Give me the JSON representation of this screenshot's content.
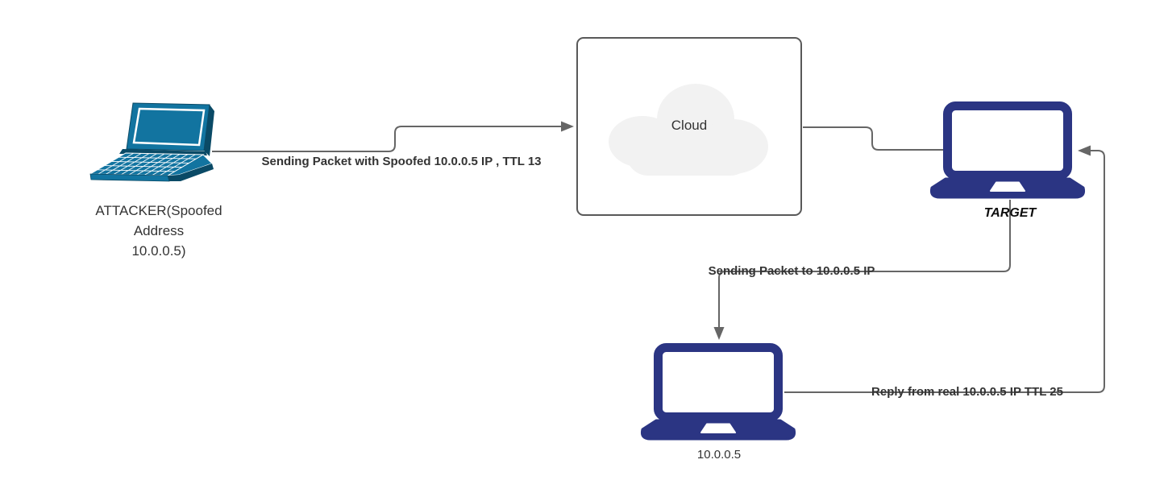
{
  "colors": {
    "line": "#666666",
    "label": "#333333",
    "node_label": "#333333",
    "attacker_laptop": "#1274A0",
    "attacker_laptop_dark": "#0A4A66",
    "target_laptop": "#2B3583",
    "cloud_fill": "#F2F2F2",
    "cloud_border": "#595959"
  },
  "nodes": {
    "attacker": {
      "label": "ATTACKER(Spoofed\nAddress\n10.0.0.5)"
    },
    "cloud": {
      "label": "Cloud"
    },
    "target": {
      "label": "TARGET"
    },
    "host": {
      "label": "10.0.0.5"
    }
  },
  "edges": {
    "attacker_to_cloud": {
      "label": "Sending Packet with Spoofed 10.0.0.5 IP , TTL 13"
    },
    "cloud_to_target": {
      "label": ""
    },
    "target_to_host": {
      "label": "Sending Packet to 10.0.0.5 IP"
    },
    "host_to_target": {
      "label": "Reply from real 10.0.0.5 IP TTL 25"
    }
  }
}
